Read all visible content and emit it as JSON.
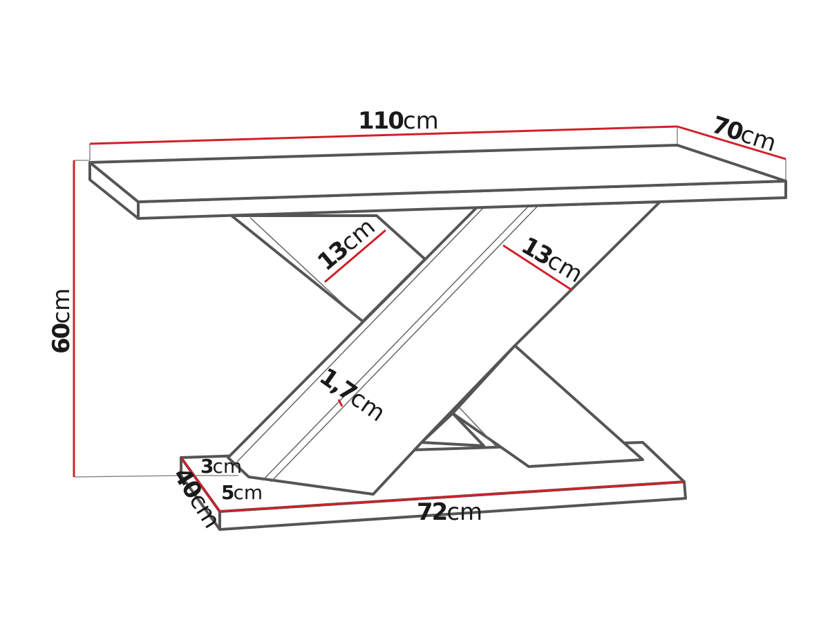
{
  "colors": {
    "dimension_line": "#d0202a",
    "outline": "#555555"
  },
  "dimensions": {
    "top_length": {
      "value": "110",
      "unit": "cm"
    },
    "top_depth": {
      "value": "70",
      "unit": "cm"
    },
    "height": {
      "value": "60",
      "unit": "cm"
    },
    "leg_width_back": {
      "value": "13",
      "unit": "cm"
    },
    "leg_width_front": {
      "value": "13",
      "unit": "cm"
    },
    "leg_thickness": {
      "value": "1,7",
      "unit": "cm"
    },
    "base_offset_3": {
      "value": "3",
      "unit": "cm"
    },
    "base_offset_5": {
      "value": "5",
      "unit": "cm"
    },
    "base_depth": {
      "value": "40",
      "unit": "cm"
    },
    "base_length": {
      "value": "72",
      "unit": "cm"
    }
  }
}
